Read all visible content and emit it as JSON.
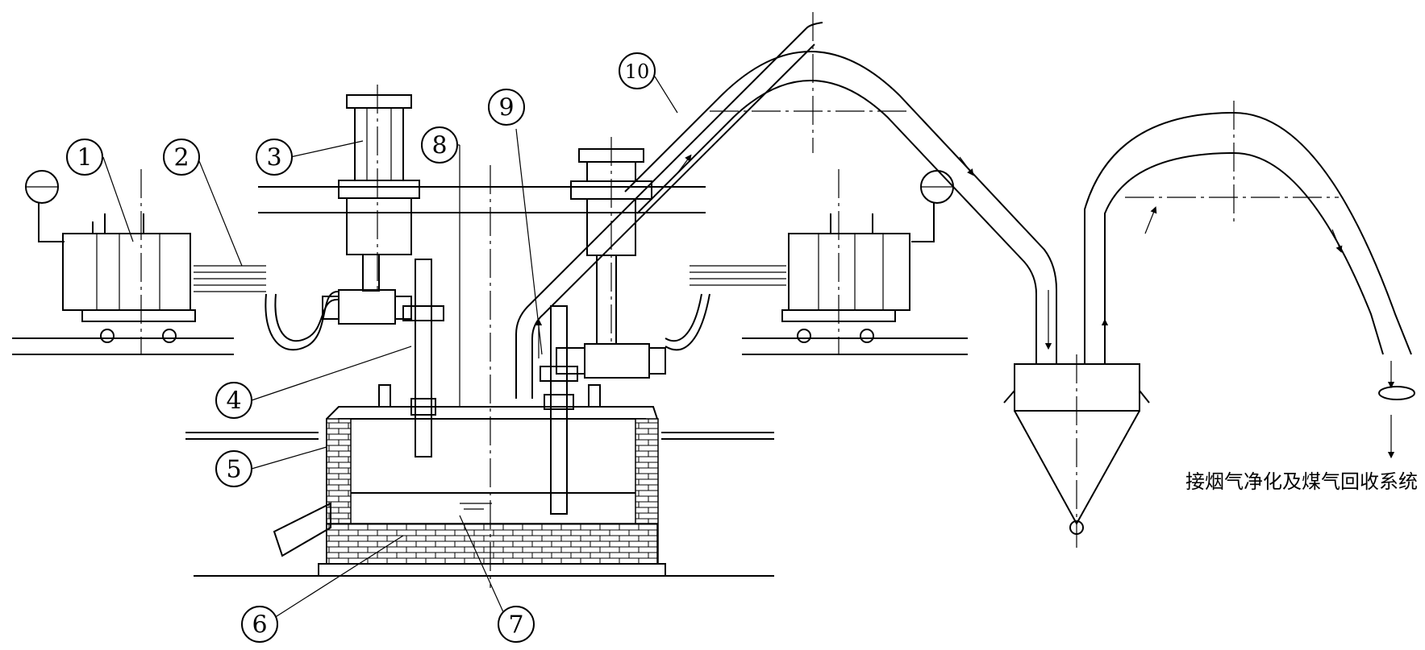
{
  "callouts": [
    {
      "id": "1",
      "label": "1"
    },
    {
      "id": "2",
      "label": "2"
    },
    {
      "id": "3",
      "label": "3"
    },
    {
      "id": "4",
      "label": "4"
    },
    {
      "id": "5",
      "label": "5"
    },
    {
      "id": "6",
      "label": "6"
    },
    {
      "id": "7",
      "label": "7"
    },
    {
      "id": "8",
      "label": "8"
    },
    {
      "id": "9",
      "label": "9"
    },
    {
      "id": "10",
      "label": "10"
    }
  ],
  "note": {
    "text": "接烟气净化及煤气回收系统"
  },
  "colors": {
    "line": "#000000",
    "background": "#ffffff"
  }
}
